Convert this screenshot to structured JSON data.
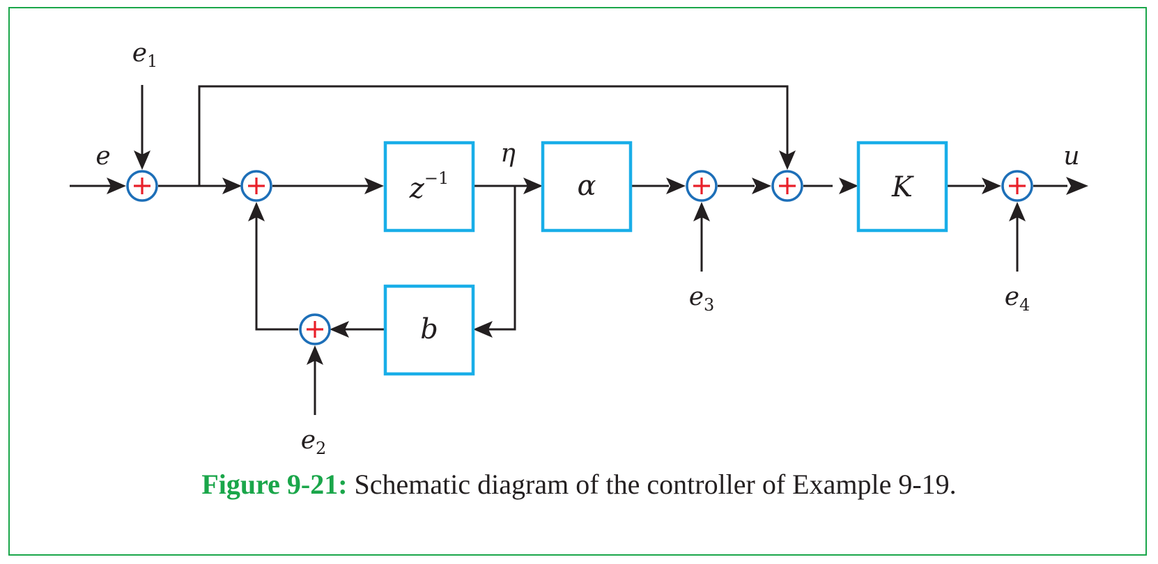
{
  "colors": {
    "frame": "#1aa64a",
    "block_border": "#19aee8",
    "summer_circle": "#1d6fb8",
    "summer_plus": "#e8202a",
    "wire": "#231f20",
    "caption_label": "#1aa64a"
  },
  "signals": {
    "e": "e",
    "e1_base": "e",
    "e1_sub": "1",
    "e2_base": "e",
    "e2_sub": "2",
    "e3_base": "e",
    "e3_sub": "3",
    "e4_base": "e",
    "e4_sub": "4",
    "eta": "η",
    "u": "u"
  },
  "blocks": {
    "delay_base": "z",
    "delay_exp": "−1",
    "alpha": "α",
    "b": "b",
    "K": "K"
  },
  "caption": {
    "label": "Figure 9-21:",
    "text": " Schematic diagram of the controller of Example 9-19."
  }
}
